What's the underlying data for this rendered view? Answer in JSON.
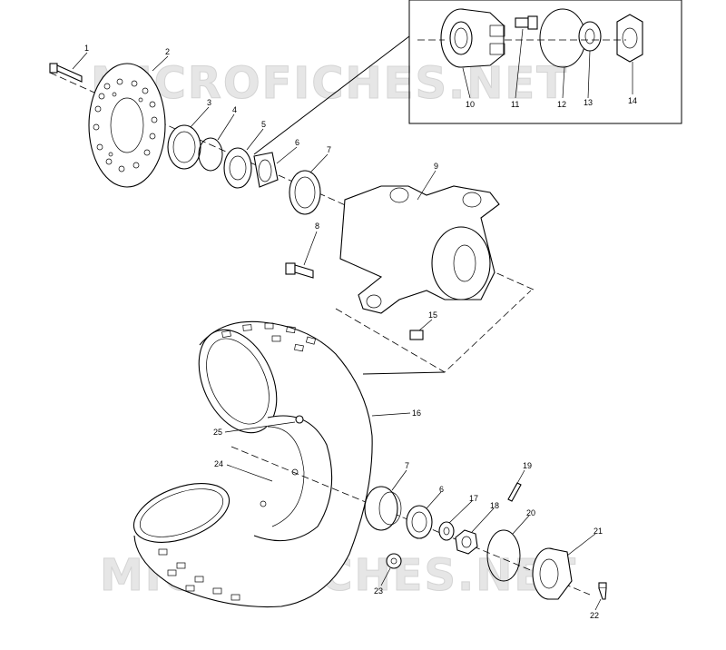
{
  "watermark": "MICROFICHES.NET",
  "callouts": {
    "c1": "1",
    "c2": "2",
    "c3": "3",
    "c4": "4",
    "c5": "5",
    "c6a": "6",
    "c7a": "7",
    "c8": "8",
    "c9": "9",
    "c10": "10",
    "c11": "11",
    "c12": "12",
    "c13": "13",
    "c14": "14",
    "c15": "15",
    "c16": "16",
    "c7b": "7",
    "c6b": "6",
    "c17": "17",
    "c18": "18",
    "c19": "19",
    "c20": "20",
    "c21": "21",
    "c22": "22",
    "c23": "23",
    "c24": "24",
    "c25": "25"
  }
}
